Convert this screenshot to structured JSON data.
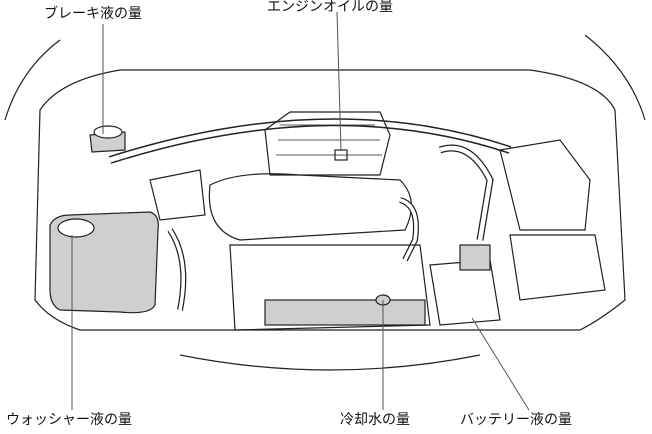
{
  "labels": {
    "brake_fluid": "ブレーキ液の量",
    "engine_oil": "エンジンオイルの量",
    "washer_fluid": "ウォッシャー液の量",
    "coolant": "冷却水の量",
    "battery_fluid": "バッテリー液の量"
  },
  "colors": {
    "line": "#222222",
    "tank_fill": "#cfcfcf",
    "background": "#ffffff"
  }
}
